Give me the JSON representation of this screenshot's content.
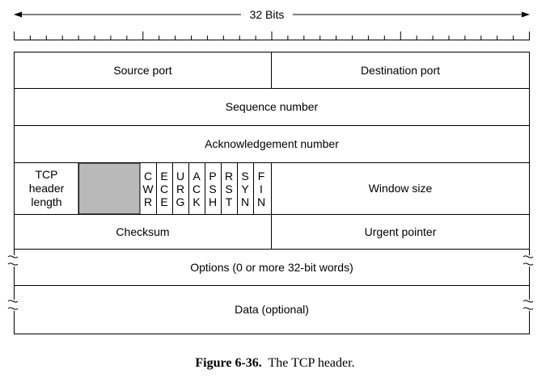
{
  "header": {
    "bits_label": "32 Bits"
  },
  "fields": {
    "source_port": "Source port",
    "destination_port": "Destination port",
    "sequence_number": "Sequence number",
    "acknowledgement_number": "Acknowledgement number",
    "tcp_header_length": "TCP\nheader\nlength",
    "window_size": "Window size",
    "checksum": "Checksum",
    "urgent_pointer": "Urgent pointer",
    "options": "Options (0 or more 32-bit words)",
    "data": "Data (optional)"
  },
  "flags": [
    {
      "name": "CWR",
      "letters": [
        "C",
        "W",
        "R"
      ]
    },
    {
      "name": "ECE",
      "letters": [
        "E",
        "C",
        "E"
      ]
    },
    {
      "name": "URG",
      "letters": [
        "U",
        "R",
        "G"
      ]
    },
    {
      "name": "ACK",
      "letters": [
        "A",
        "C",
        "K"
      ]
    },
    {
      "name": "PSH",
      "letters": [
        "P",
        "S",
        "H"
      ]
    },
    {
      "name": "RST",
      "letters": [
        "R",
        "S",
        "T"
      ]
    },
    {
      "name": "SYN",
      "letters": [
        "S",
        "Y",
        "N"
      ]
    },
    {
      "name": "FIN",
      "letters": [
        "F",
        "I",
        "N"
      ]
    }
  ],
  "caption": {
    "label": "Figure 6-36.",
    "text": "The TCP header."
  },
  "colors": {
    "reserved_fill": "#b9b9b9",
    "line": "#000000"
  }
}
